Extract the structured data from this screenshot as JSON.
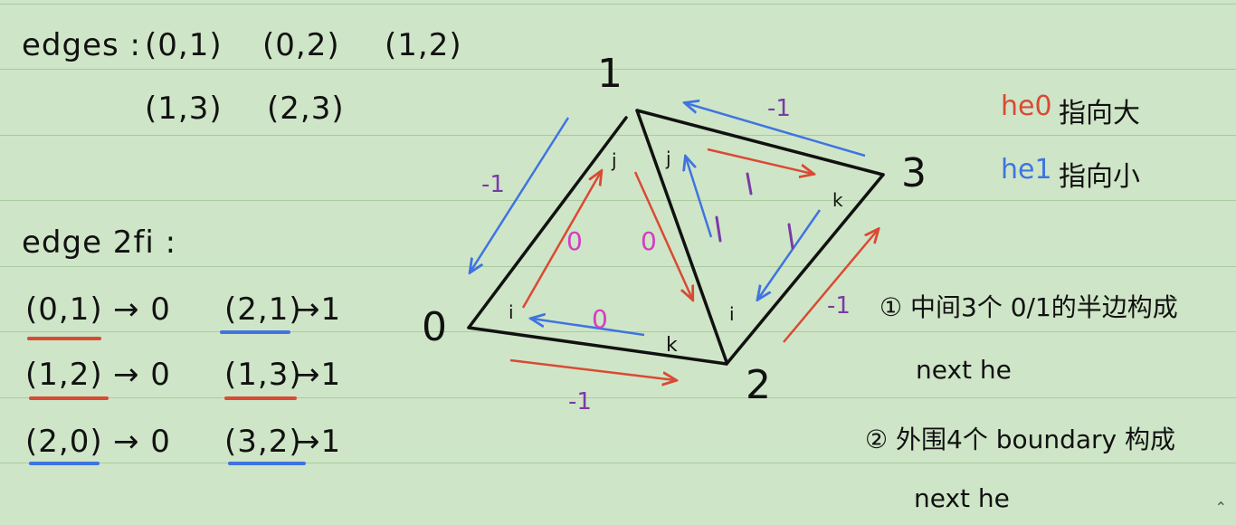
{
  "colors": {
    "background": "#cfe5c7",
    "red": "#d94a34",
    "blue": "#3f74e0",
    "purple": "#7a3aa8",
    "pink": "#d23ec4",
    "ink": "#111111"
  },
  "edges": {
    "label": "edges :",
    "row1": [
      "(0,1)",
      "(0,2)",
      "(1,2)"
    ],
    "row2": [
      "(1,3)",
      "(2,3)"
    ]
  },
  "edge2fi": {
    "label": "edge 2fi :",
    "rows": [
      {
        "left": "(0,1)",
        "left_val": "→ 0",
        "right": "(2,1)",
        "right_val": "→1",
        "left_ul": "red",
        "right_ul": "blue"
      },
      {
        "left": "(1,2)",
        "left_val": "→ 0",
        "right": "(1,3)",
        "right_val": "→1",
        "left_ul": "red",
        "right_ul": "red"
      },
      {
        "left": "(2,0)",
        "left_val": "→ 0",
        "right": "(3,2)",
        "right_val": "→1",
        "left_ul": "blue",
        "right_ul": "blue"
      }
    ]
  },
  "diagram": {
    "vertices": [
      "0",
      "1",
      "2",
      "3"
    ],
    "corner_labels": {
      "i_left": "i",
      "j_left": "j",
      "k_left": "k",
      "j_right": "j",
      "k_right": "k",
      "i_right": "i"
    },
    "face_labels": [
      "0",
      "0",
      "0",
      "1",
      "1",
      "1"
    ],
    "boundary_labels": [
      "-1",
      "-1",
      "-1",
      "-1"
    ]
  },
  "legend": {
    "he0_key": "he0",
    "he0_text": "指向大",
    "he1_key": "he1",
    "he1_text": "指向小"
  },
  "notes": {
    "note1_line1": "① 中间3个 0/1的半边构成",
    "note1_line2": "next he",
    "note2_line1": "② 外围4个 boundary 构成",
    "note2_line2": "next he"
  }
}
